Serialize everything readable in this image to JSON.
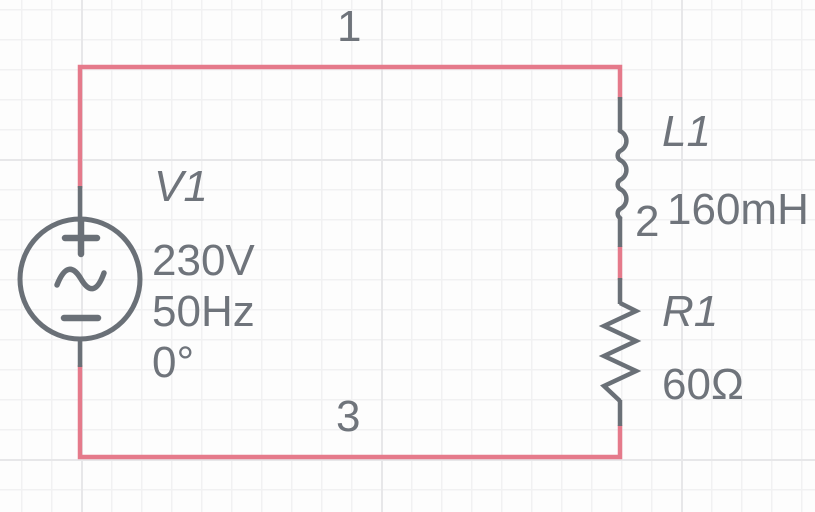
{
  "app": {
    "view": "circuit-schematic-canvas"
  },
  "colors": {
    "bg": "#fdfdfd",
    "grid_minor": "#f1f1f2",
    "grid_major": "#e7e7e9",
    "wire": "#e57a8b",
    "symbol": "#6a7077",
    "text": "#6f747b"
  },
  "nodes": [
    {
      "label": "1"
    },
    {
      "label": "2"
    },
    {
      "label": "3"
    }
  ],
  "components": [
    {
      "ref": "V1",
      "type": "ac-voltage-source",
      "properties": {
        "voltage": "230V",
        "frequency": "50Hz",
        "phase": "0°"
      }
    },
    {
      "ref": "L1",
      "type": "inductor",
      "properties": {
        "inductance": "160mH"
      }
    },
    {
      "ref": "R1",
      "type": "resistor",
      "properties": {
        "resistance": "60Ω"
      }
    }
  ]
}
